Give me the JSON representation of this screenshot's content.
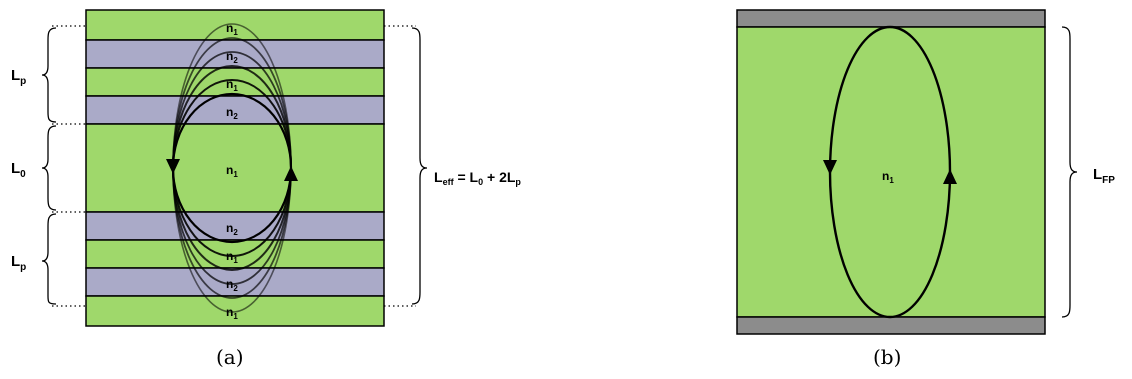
{
  "colors": {
    "high_index_layer": "#9fd86b",
    "low_index_layer": "#aaaac8",
    "mirror": "#8c8c8c",
    "outline": "#000000"
  },
  "panel_a": {
    "caption": "(a)",
    "layer_labels": [
      "n1",
      "n2",
      "n1",
      "n2",
      "n1",
      "n2",
      "n1",
      "n2",
      "n1"
    ],
    "period_label": {
      "main": "L",
      "sub": "p"
    },
    "cavity_label": {
      "main": "L",
      "sub": "0"
    },
    "effective_length": {
      "text": "L_eff = L_0 + 2L_p",
      "parts": {
        "L1": "L",
        "sub1": "eff",
        "eq": " = ",
        "L2": "L",
        "sub2": "0",
        "plus": " + 2L",
        "sub3": "p"
      }
    },
    "center_label": {
      "main": "n",
      "sub": "1"
    }
  },
  "panel_b": {
    "caption": "(b)",
    "center_label": {
      "main": "n",
      "sub": "1"
    },
    "length_label": {
      "main": "L",
      "sub": "FP"
    }
  }
}
